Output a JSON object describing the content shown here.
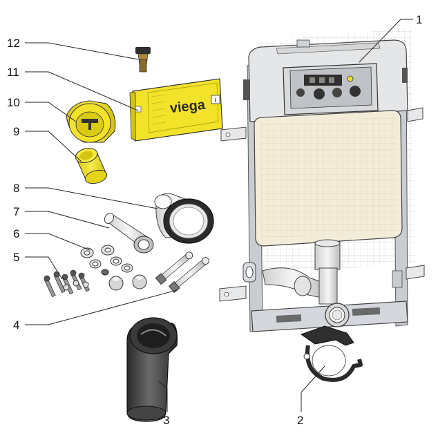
{
  "brand": {
    "logo_text": "viega"
  },
  "callouts": [
    {
      "id": "1",
      "text": "1"
    },
    {
      "id": "2",
      "text": "2"
    },
    {
      "id": "3",
      "text": "3"
    },
    {
      "id": "4",
      "text": "4"
    },
    {
      "id": "5",
      "text": "5"
    },
    {
      "id": "6",
      "text": "6"
    },
    {
      "id": "7",
      "text": "7"
    },
    {
      "id": "8",
      "text": "8"
    },
    {
      "id": "9",
      "text": "9"
    },
    {
      "id": "10",
      "text": "10"
    },
    {
      "id": "11",
      "text": "11"
    },
    {
      "id": "12",
      "text": "12"
    }
  ],
  "colors": {
    "frame": "#c9cdd2",
    "cistern": "#f3ecd9",
    "yellow": "#f2e22a",
    "dark": "#3a3a3a",
    "pipe_gray": "#dcdcdc"
  }
}
